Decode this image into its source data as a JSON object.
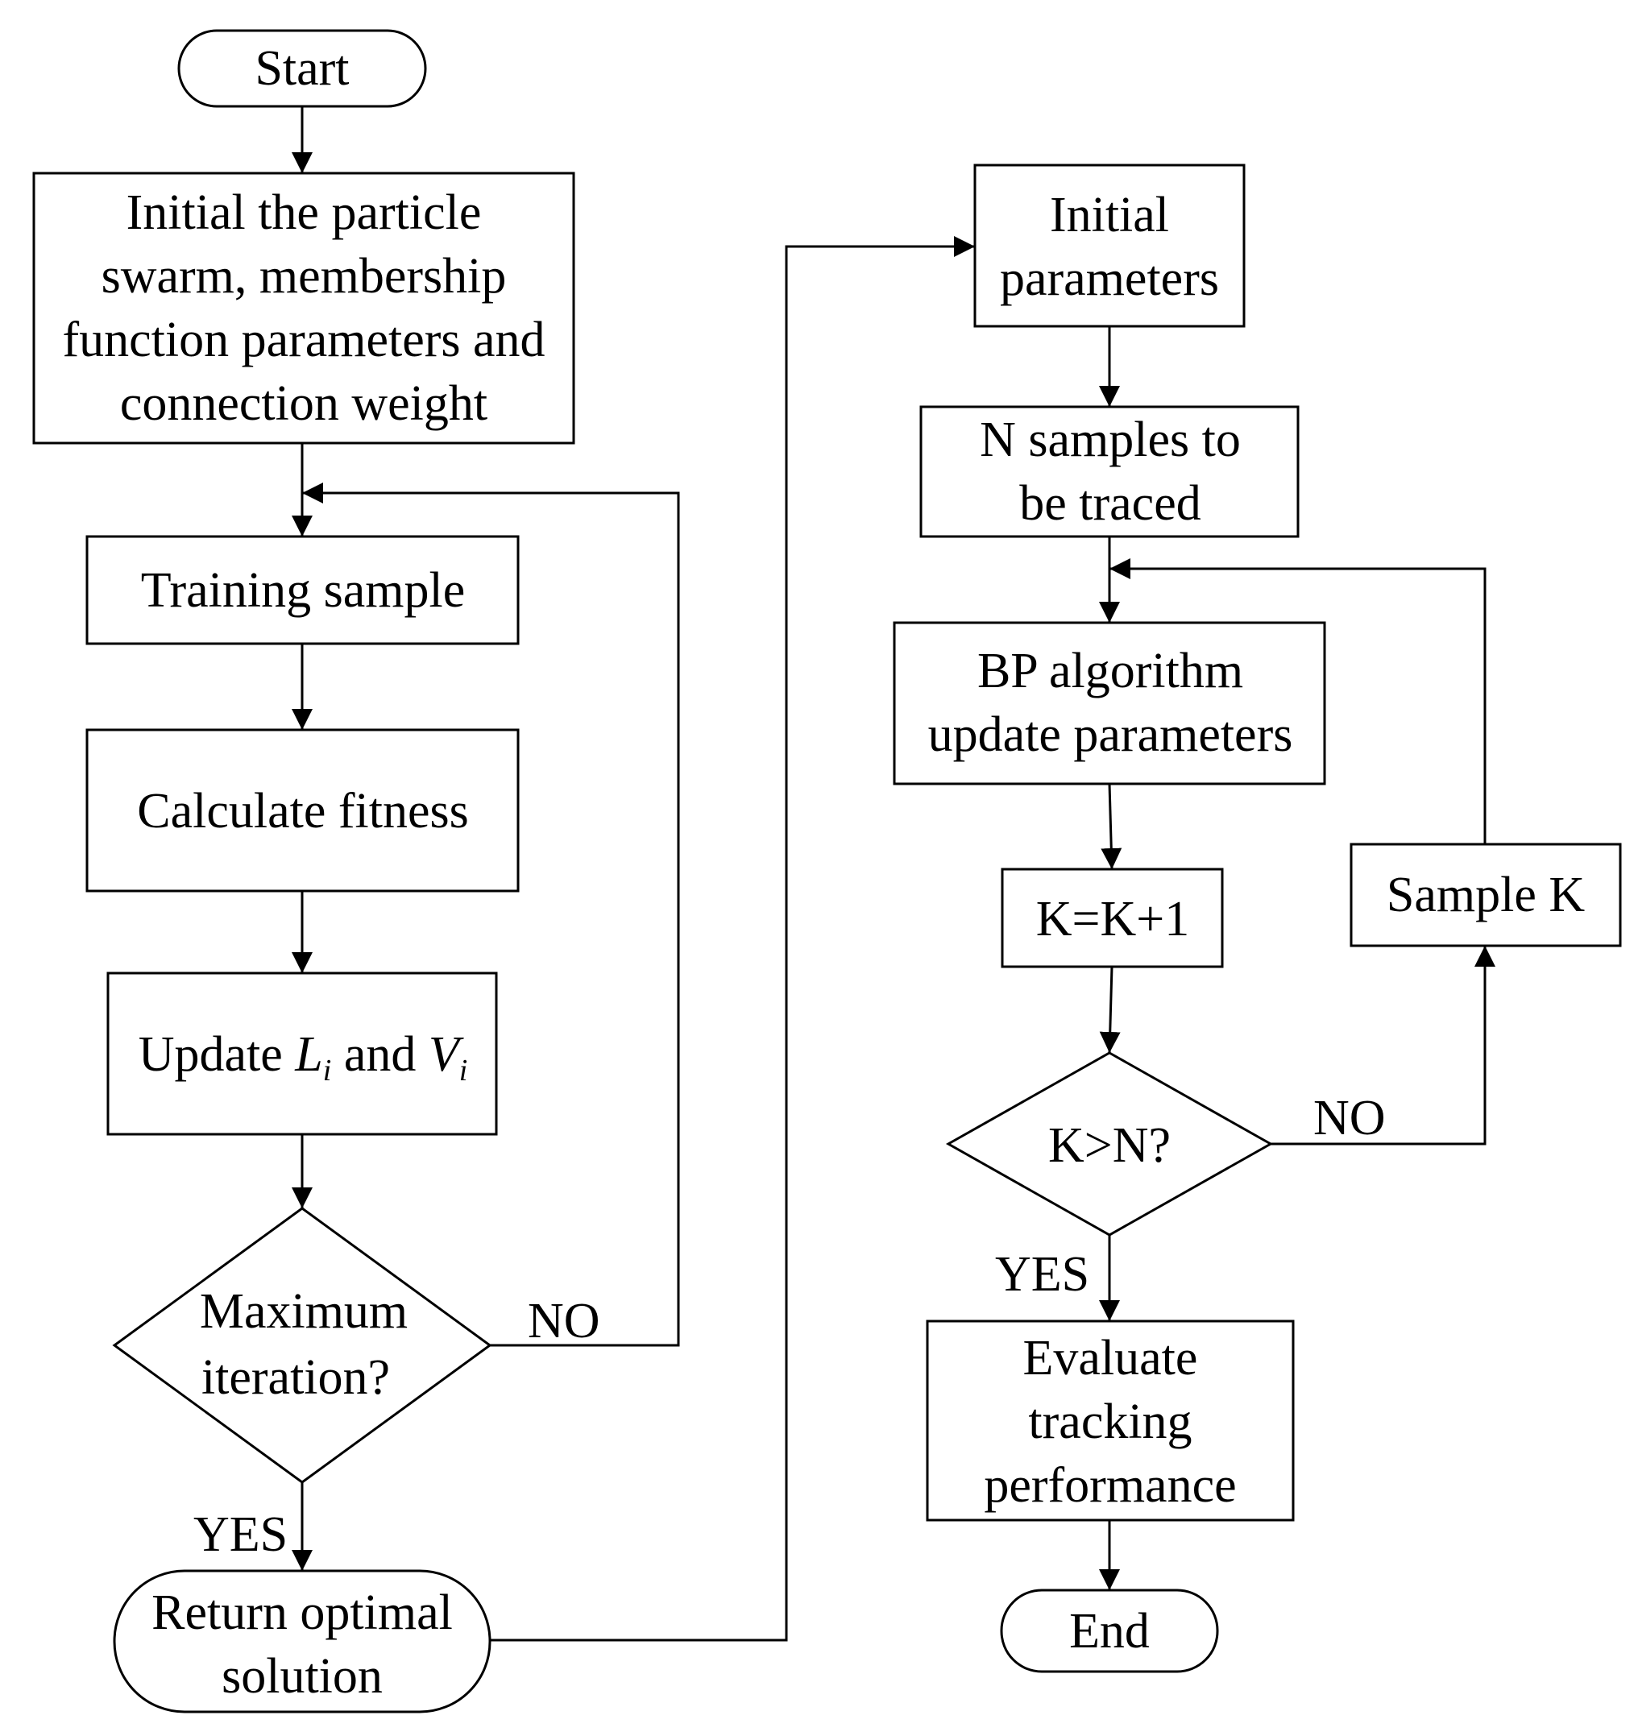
{
  "left": {
    "start": "Start",
    "init_swarm": [
      "Initial the particle",
      "swarm, membership",
      "function parameters and",
      "connection weight"
    ],
    "training_sample": "Training sample",
    "calculate_fitness": "Calculate fitness",
    "update_prefix": "Update ",
    "update_L": "L",
    "update_sub_i": "i",
    "update_and": " and ",
    "update_V": "V",
    "update_sub_i2": "i",
    "decision": [
      "Maximum",
      "iteration?"
    ],
    "no_label": "NO",
    "yes_label": "YES",
    "return": [
      "Return optimal",
      "solution"
    ]
  },
  "right": {
    "init_params": [
      "Initial",
      "parameters"
    ],
    "n_samples": [
      "N samples to",
      "be traced"
    ],
    "bp": [
      "BP algorithm",
      "update parameters"
    ],
    "k_inc": "K=K+1",
    "decision": "K>N?",
    "no_label": "NO",
    "yes_label": "YES",
    "sample_k": "Sample K",
    "evaluate": [
      "Evaluate",
      "tracking",
      "performance"
    ],
    "end": "End"
  }
}
